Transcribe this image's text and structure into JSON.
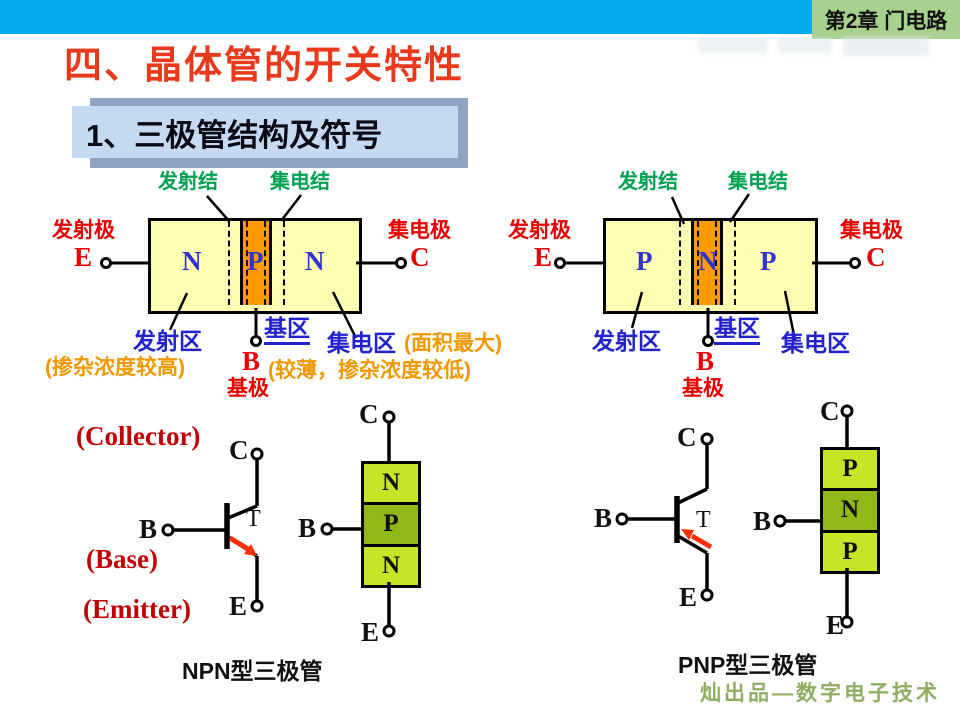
{
  "colors": {
    "top_bar": "#00ACEC",
    "chapter_badge_bg": "#A9D18E",
    "title_red": "#E8391D",
    "section_banner_bg": "#C5D9F1",
    "section_banner_shadow": "#93A3C4",
    "region_yellow": "#FFFFB3",
    "region_orange": "#FF9900",
    "junction_label_green": "#00A050",
    "region_label_blue": "#2222CC",
    "electrode_red": "#E60000",
    "note_orange": "#EF9800",
    "english_dark_red": "#C00000",
    "stack_light_green": "#C5E627",
    "stack_dark_green": "#8FB818",
    "arrow_red": "#FF2D00",
    "brand_watermark_green": "#8FAE63"
  },
  "header": {
    "chapter_badge": "第2章 门电路"
  },
  "titles": {
    "main": "四、晶体管的开关特性",
    "section": "1、三极管结构及符号"
  },
  "npn": {
    "junction_emitter": "发射结",
    "junction_collector": "集电结",
    "electrode_emitter": "发射极",
    "electrode_collector": "集电极",
    "electrode_base": "基极",
    "terminal_e": "E",
    "terminal_c": "C",
    "terminal_b": "B",
    "regions": [
      "N",
      "P",
      "N"
    ],
    "region_emitter": "发射区",
    "region_base": "基区",
    "region_collector": "集电区",
    "note_emitter": "(掺杂浓度较高)",
    "note_collector": "(面积最大)",
    "note_base": "(较薄，掺杂浓度较低)"
  },
  "pnp": {
    "junction_emitter": "发射结",
    "junction_collector": "集电结",
    "electrode_emitter": "发射极",
    "electrode_collector": "集电极",
    "electrode_base": "基极",
    "terminal_e": "E",
    "terminal_c": "C",
    "terminal_b": "B",
    "regions": [
      "P",
      "N",
      "P"
    ],
    "region_emitter": "发射区",
    "region_base": "基区",
    "region_collector": "集电区"
  },
  "npn_symbol": {
    "en_collector": "(Collector)",
    "en_base": "(Base)",
    "en_emitter": "(Emitter)",
    "c": "C",
    "b": "B",
    "e": "E",
    "t": "T",
    "stack": [
      "N",
      "P",
      "N"
    ],
    "stack_c": "C",
    "stack_b": "B",
    "stack_e": "E",
    "caption": "NPN型三极管"
  },
  "pnp_symbol": {
    "c": "C",
    "b": "B",
    "e": "E",
    "t": "T",
    "stack": [
      "P",
      "N",
      "P"
    ],
    "stack_c": "C",
    "stack_b": "B",
    "stack_e": "E",
    "caption": "PNP型三极管"
  },
  "footer": {
    "brand_watermark": "灿出品—数字电子技术"
  }
}
